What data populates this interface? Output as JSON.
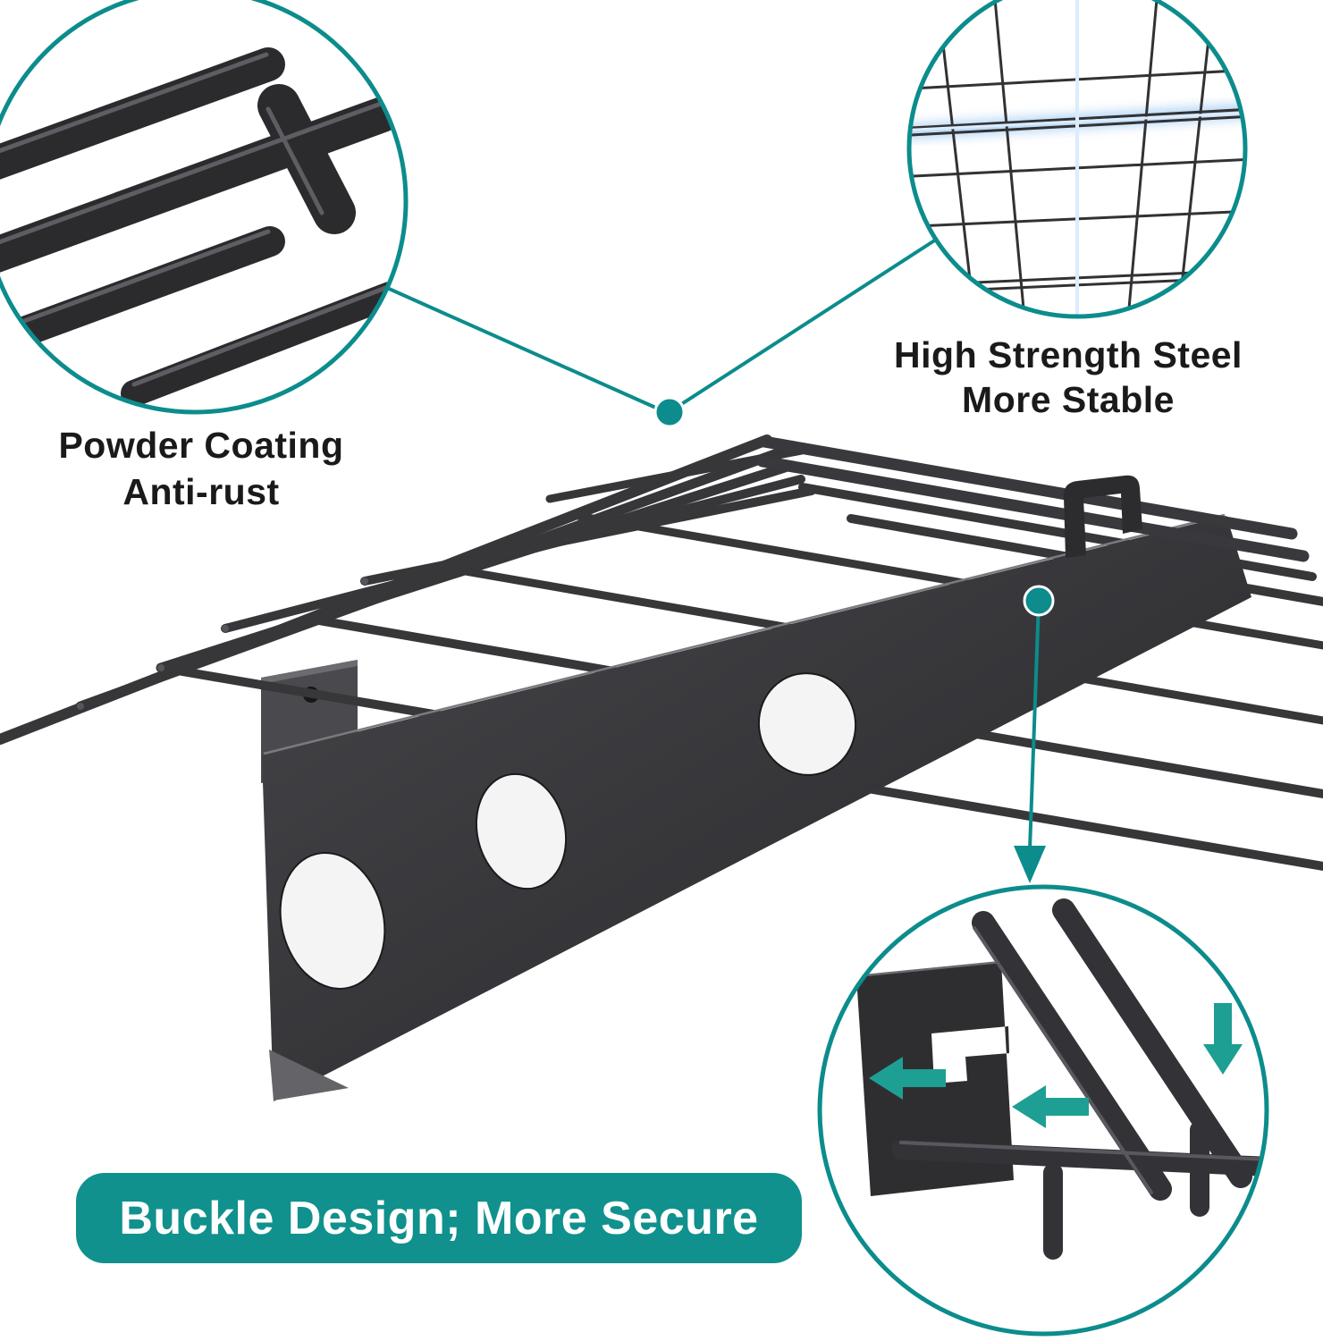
{
  "colors": {
    "teal": "#0C8C8C",
    "banner_bg": "#10918D",
    "arrow": "#1E9F93",
    "text_dark": "#1A1A1A",
    "glow_blue": "#8FC1F0"
  },
  "callouts": {
    "powder_coating": {
      "line1": "Powder Coating",
      "line2": "Anti-rust"
    },
    "high_strength": {
      "line1": "High Strength Steel",
      "line2": "More Stable"
    }
  },
  "banner": {
    "text": "Buckle Design; More Secure"
  },
  "icons": {
    "powder_inset": "powder-coated-rods-closeup",
    "steel_inset": "high-strength-steel-grid",
    "buckle_inset": "buckle-hook-closeup",
    "callout_dot": "teal-pointer-dot",
    "left_arrow": "left-arrow",
    "down_arrow": "down-arrow"
  }
}
